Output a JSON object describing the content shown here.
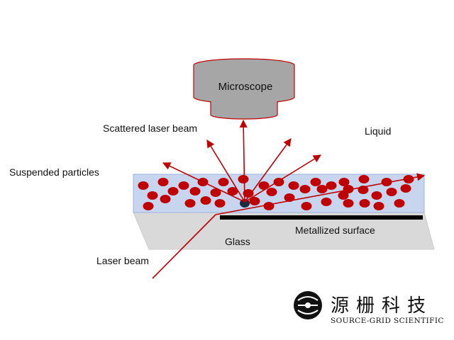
{
  "labels": {
    "microscope": "Microscope",
    "scattered_laser_beam": "Scattered laser beam",
    "liquid": "Liquid",
    "suspended_particles": "Suspended particles",
    "metallized_surface": "Metallized surface",
    "glass": "Glass",
    "laser_beam": "Laser beam"
  },
  "logo": {
    "chinese_name": "源栅科技",
    "english_name": "SOURCE-GRID SCIENTIFIC"
  },
  "colors": {
    "microscope_fill": "#a6a6a6",
    "microscope_stroke": "#c00000",
    "liquid_fill": "#c8d5ef",
    "liquid_stroke": "#9db3dd",
    "glass_fill": "#d9d9d9",
    "metal_surface": "#000000",
    "particle": "#c00000",
    "scatter_center": "#1f2a44",
    "beam": "#c00000"
  },
  "icons": [
    "logo-mark-icon"
  ]
}
